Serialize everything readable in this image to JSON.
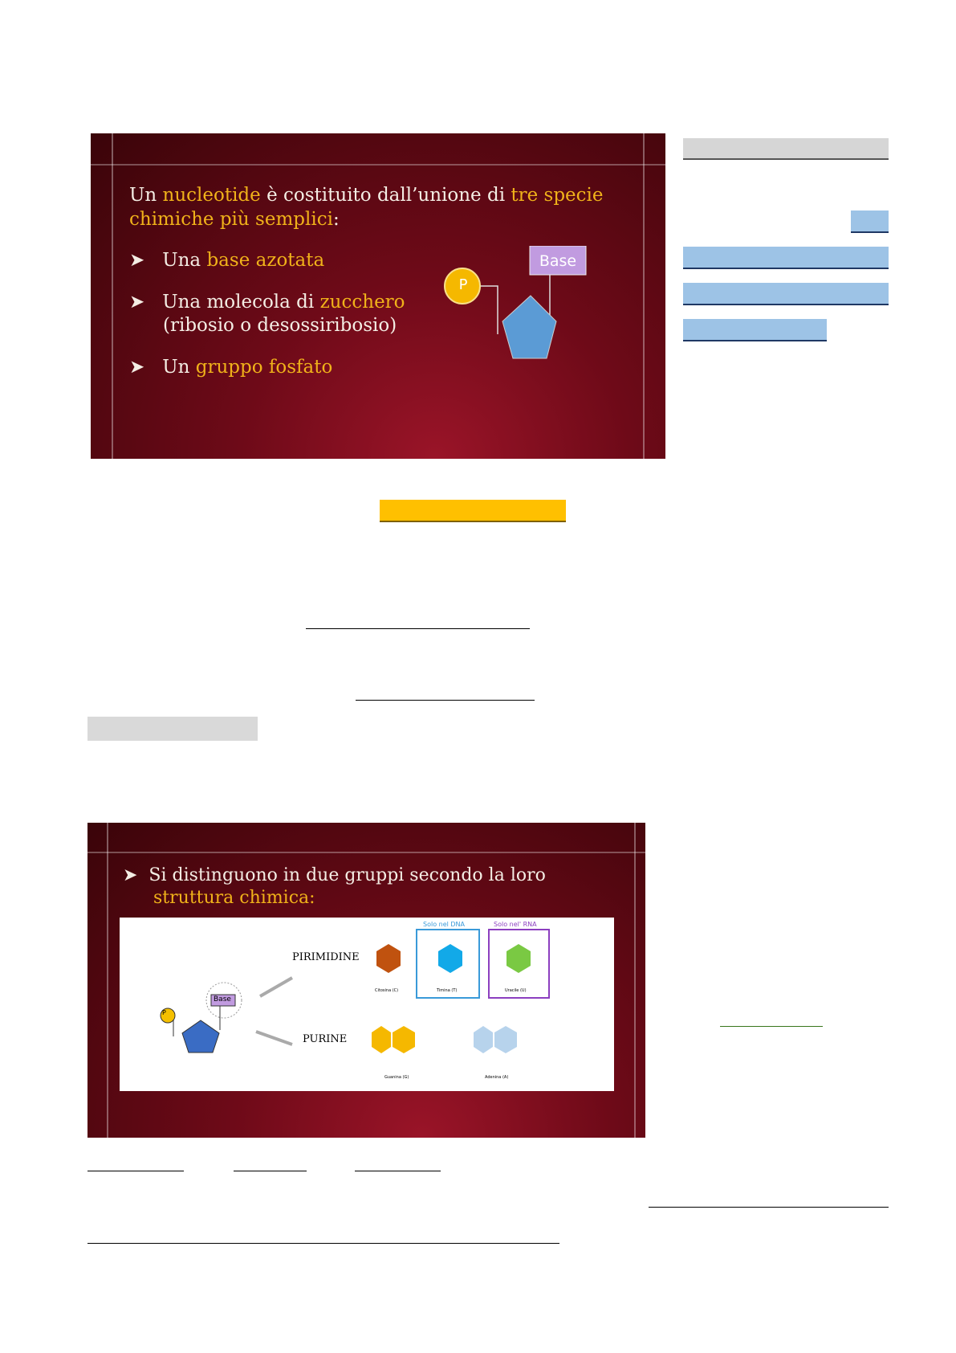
{
  "slide1": {
    "title_a": "Un ",
    "title_hl1": "nucleotide",
    "title_b": " è costituito dall’unione di ",
    "title_hl2": "tre specie",
    "title_hl3": "chimiche più semplici",
    ":": ":",
    "bullets": [
      {
        "pre": "Una ",
        "hl": "base azotata",
        "post": ""
      },
      {
        "pre": "Una molecola di ",
        "hl": "zucchero",
        "post": "(ribosio o desossiribosio)"
      },
      {
        "pre": "Un ",
        "hl": "gruppo fosfato",
        "post": ""
      }
    ],
    "diagram": {
      "phosphate": "P",
      "base": "Base"
    }
  },
  "slide2": {
    "bullet_a": "Si distinguono in due gruppi secondo la loro",
    "bullet_hl": "struttura chimica:",
    "diagram": {
      "phosphate": "P",
      "base": "Base",
      "pyrimidines": "PIRIMIDINE",
      "purines": "PURINE",
      "only_dna": "Solo nel DNA",
      "only_rna": "Solo nel' RNA",
      "molecules": [
        "Citosina (C)",
        "Timina (T)",
        "Uracile (U)",
        "Guanina (G)",
        "Adenina (A)"
      ]
    }
  },
  "colors": {
    "highlight_gray": "#d6d6d6",
    "highlight_blue": "#9dc3e6",
    "highlight_yellow": "#ffc000",
    "slide_accent": "#f0b21a"
  }
}
